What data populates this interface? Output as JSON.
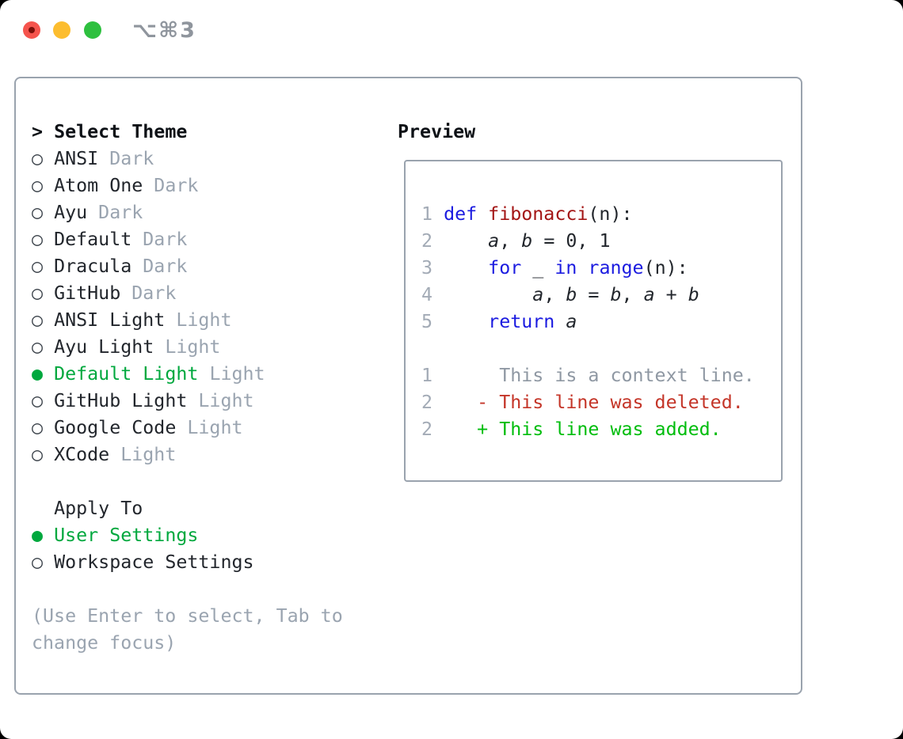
{
  "titlebar": {
    "shortcut": "⌥⌘3"
  },
  "markers": {
    "selected": "●",
    "unselected": "○",
    "focus": ">"
  },
  "theme_menu": {
    "header": "Select Theme",
    "items": [
      {
        "label": "ANSI",
        "variant": "Dark",
        "selected": false
      },
      {
        "label": "Atom One",
        "variant": "Dark",
        "selected": false
      },
      {
        "label": "Ayu",
        "variant": "Dark",
        "selected": false
      },
      {
        "label": "Default",
        "variant": "Dark",
        "selected": false
      },
      {
        "label": "Dracula",
        "variant": "Dark",
        "selected": false
      },
      {
        "label": "GitHub",
        "variant": "Dark",
        "selected": false
      },
      {
        "label": "ANSI Light",
        "variant": "Light",
        "selected": false
      },
      {
        "label": "Ayu Light",
        "variant": "Light",
        "selected": false
      },
      {
        "label": "Default Light",
        "variant": "Light",
        "selected": true
      },
      {
        "label": "GitHub Light",
        "variant": "Light",
        "selected": false
      },
      {
        "label": "Google Code",
        "variant": "Light",
        "selected": false
      },
      {
        "label": "XCode",
        "variant": "Light",
        "selected": false
      }
    ]
  },
  "apply_to": {
    "header": "Apply To",
    "options": [
      {
        "label": "User Settings",
        "selected": true
      },
      {
        "label": "Workspace Settings",
        "selected": false
      }
    ]
  },
  "hint": {
    "line1": "(Use Enter to select, Tab to",
    "line2": "change focus)"
  },
  "preview": {
    "title": "Preview",
    "lines": [
      {
        "name": "preview-code-line",
        "num": "1",
        "segs": [
          [
            "kw",
            "def"
          ],
          [
            "pl",
            " "
          ],
          [
            "fn",
            "fibonacci"
          ],
          [
            "pl",
            "(n):"
          ]
        ]
      },
      {
        "name": "preview-code-line",
        "num": "2",
        "segs": [
          [
            "pl",
            "    "
          ],
          [
            "va",
            "a"
          ],
          [
            "pl",
            ", "
          ],
          [
            "va",
            "b"
          ],
          [
            "pl",
            " = 0, 1"
          ]
        ]
      },
      {
        "name": "preview-code-line",
        "num": "3",
        "segs": [
          [
            "pl",
            "    "
          ],
          [
            "kw",
            "for"
          ],
          [
            "pl",
            " _ "
          ],
          [
            "kw",
            "in"
          ],
          [
            "pl",
            " "
          ],
          [
            "kw",
            "range"
          ],
          [
            "pl",
            "(n):"
          ]
        ]
      },
      {
        "name": "preview-code-line",
        "num": "4",
        "segs": [
          [
            "pl",
            "        "
          ],
          [
            "va",
            "a"
          ],
          [
            "pl",
            ", "
          ],
          [
            "va",
            "b"
          ],
          [
            "pl",
            " = "
          ],
          [
            "va",
            "b"
          ],
          [
            "pl",
            ", "
          ],
          [
            "va",
            "a"
          ],
          [
            "pl",
            " + "
          ],
          [
            "va",
            "b"
          ]
        ]
      },
      {
        "name": "preview-code-line",
        "num": "5",
        "segs": [
          [
            "pl",
            "    "
          ],
          [
            "kw",
            "return"
          ],
          [
            "pl",
            " "
          ],
          [
            "va",
            "a"
          ]
        ]
      },
      {
        "name": "preview-blank-line",
        "num": "",
        "segs": []
      },
      {
        "name": "preview-diff-context-line",
        "num": "1",
        "segs": [
          [
            "cx",
            "     This is a context line."
          ]
        ]
      },
      {
        "name": "preview-diff-deleted-line",
        "num": "2",
        "segs": [
          [
            "pl",
            "   "
          ],
          [
            "de",
            "- This line was deleted."
          ]
        ]
      },
      {
        "name": "preview-diff-added-line",
        "num": "2",
        "segs": [
          [
            "pl",
            "   "
          ],
          [
            "ad",
            "+ This line was added."
          ]
        ]
      }
    ]
  },
  "colors": {
    "text": "#22262c",
    "heading": "#0d1116",
    "muted": "#9aa4b0",
    "border": "#9aa3ae",
    "lineno": "#a3abb6",
    "context": "#8f98a3",
    "keyword": "#1b1be0",
    "function_name": "#a31515",
    "deleted": "#c43528",
    "added": "#00bd0d",
    "selected": "#00a83e",
    "marker": "#3c434b",
    "traffic_red": "#f5544d",
    "traffic_red_dot": "#7b100a",
    "traffic_yellow": "#fcbd2f",
    "traffic_green": "#2ec03f",
    "shortcut": "#8f959d",
    "window_bg": "#ffffff",
    "outside_bg": "#000000"
  }
}
